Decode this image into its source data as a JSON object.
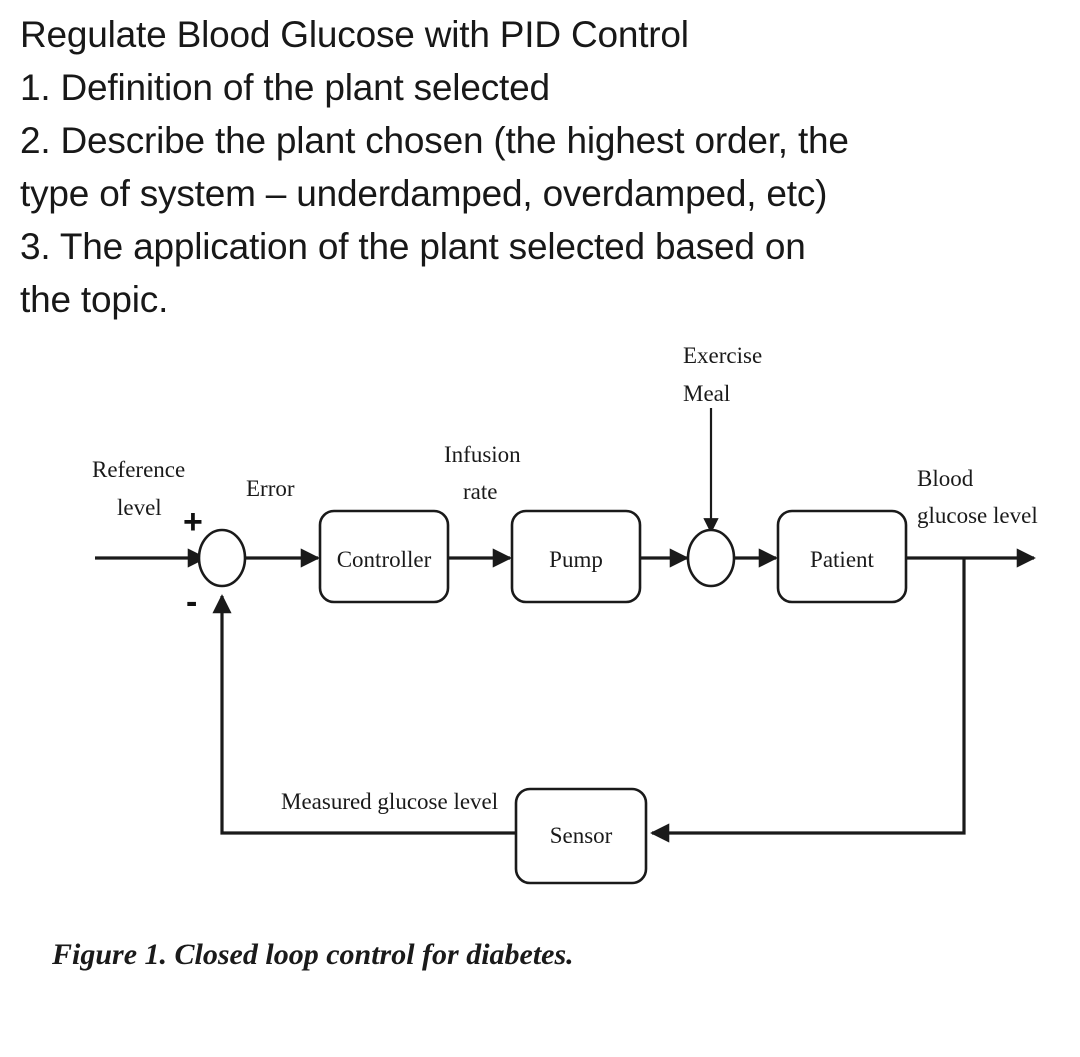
{
  "prompt": {
    "lines": [
      "Regulate Blood Glucose with PID Control",
      "1. Definition of the plant selected",
      "2. Describe the plant chosen (the highest order, the",
      "type of system – underdamped, overdamped, etc)",
      "3. The application of the plant selected based on",
      "the topic."
    ]
  },
  "figure": {
    "caption": "Figure 1. Closed loop control for diabetes.",
    "blocks": [
      {
        "id": "controller",
        "label": "Controller"
      },
      {
        "id": "pump",
        "label": "Pump"
      },
      {
        "id": "patient",
        "label": "Patient"
      },
      {
        "id": "sensor",
        "label": "Sensor"
      }
    ],
    "signal_labels": {
      "reference_line1": "Reference",
      "reference_line2": "level",
      "error": "Error",
      "infusion_line1": "Infusion",
      "infusion_line2": "rate",
      "disturbance_line1": "Exercise",
      "disturbance_line2": "Meal",
      "output_line1": "Blood",
      "output_line2": "glucose level",
      "feedback": "Measured glucose level"
    },
    "summing_signs": {
      "plus": "+",
      "minus": "-"
    },
    "colors": {
      "stroke": "#1a1a1a",
      "background": "#ffffff",
      "text": "#181818"
    }
  }
}
